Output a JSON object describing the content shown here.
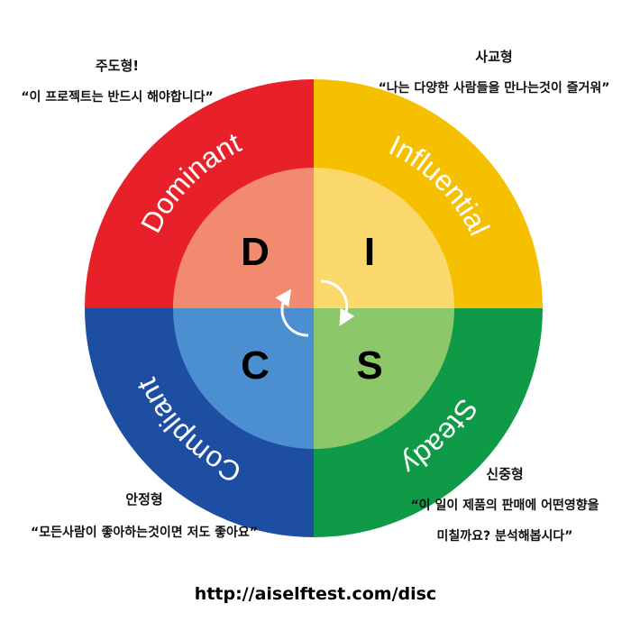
{
  "quadrants": {
    "dominant": {
      "word": "Dominant",
      "letter": "D",
      "outer_color": "#e8202a",
      "inner_color": "#f28a70"
    },
    "influential": {
      "word": "Influential",
      "letter": "I",
      "outer_color": "#f5c000",
      "inner_color": "#fbd86b"
    },
    "steady": {
      "word": "Steady",
      "letter": "S",
      "outer_color": "#0f9a48",
      "inner_color": "#8cc76a"
    },
    "compliant": {
      "word": "Compliant",
      "letter": "C",
      "outer_color": "#1d4ea2",
      "inner_color": "#4c8fd0"
    }
  },
  "captions": {
    "dominant": {
      "type_name": "주도형!",
      "quote": "“이 프로젝트는 반드시 해야합니다”"
    },
    "influential": {
      "type_name": "사교형",
      "quote": "“나는 다양한 사람들을 만나는것이 즐거워”"
    },
    "steady": {
      "type_name": "신중형",
      "quote_line1": "“이 일이 제품의 판매에 어떤영향을",
      "quote_line2": "미칠까요? 분석해봅시다”"
    },
    "compliant": {
      "type_name": "안정형",
      "quote": "“모든사람이 좋아하는것이면 저도 좋아요”"
    }
  },
  "url": "http://aiselftest.com/disc"
}
